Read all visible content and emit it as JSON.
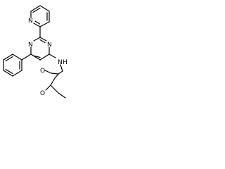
{
  "molecule": {
    "atoms": {
      "pyridine_n": "N",
      "pyrimidine_n_left": "N",
      "pyrimidine_n_right": "N",
      "amine_n": "N",
      "amine_h": "H",
      "methoxy_o_upper": "O",
      "methoxy_o_lower": "O"
    },
    "colors": {
      "bond": "#000000",
      "label": "#000000",
      "background": "#ffffff"
    }
  }
}
